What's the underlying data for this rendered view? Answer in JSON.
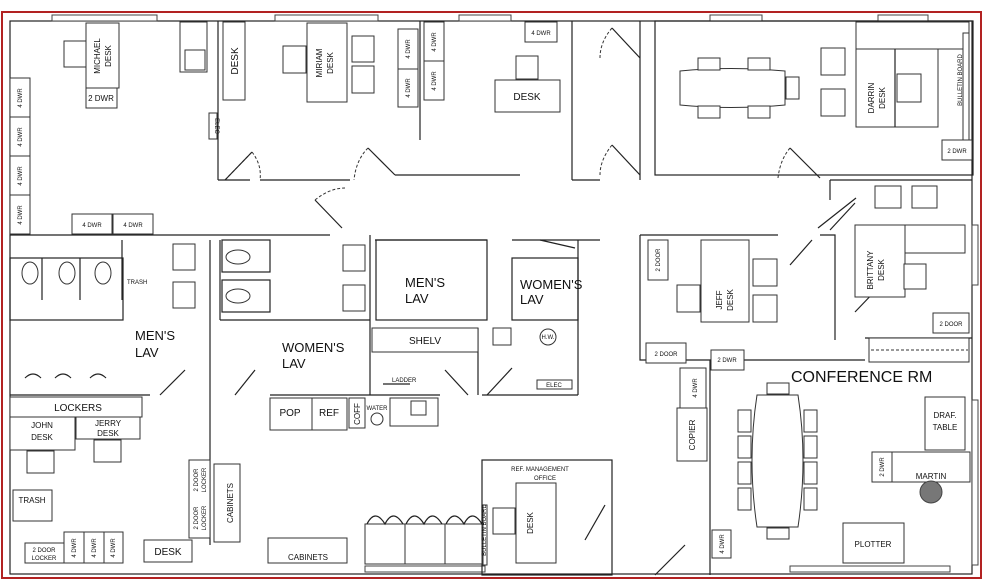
{
  "plan": {
    "accent_border_color": "#b22222",
    "wall_color": "#222222",
    "labels": {
      "michael_desk_1": "MICHAEL",
      "michael_desk_2": "DESK",
      "two_dwr": "2 DWR",
      "four_dwr": "4 DWR",
      "desk": "DESK",
      "miriam_desk_1": "MIRIAM",
      "miriam_desk_2": "DESK",
      "elec": "ELEC",
      "darrin_desk_1": "DARRIN",
      "darrin_desk_2": "DESK",
      "bulletin_board": "BULLETIN BOARD",
      "trash": "TRASH",
      "mens_lav_1": "MEN'S",
      "mens_lav_2": "LAV",
      "womens_lav_1": "WOMEN'S",
      "womens_lav_2": "LAV",
      "shelv": "SHELV",
      "ladder": "LADDER",
      "hw": "H.W.",
      "brittany_desk_1": "BRITTANY",
      "brittany_desk_2": "DESK",
      "two_door": "2 DOOR",
      "jeff_desk_1": "JEFF",
      "jeff_desk_2": "DESK",
      "conference_rm": "CONFERENCE RM",
      "copier": "COPIER",
      "draf_table_1": "DRAF.",
      "draf_table_2": "TABLE",
      "martin": "MARTIN",
      "plotter": "PLOTTER",
      "lockers": "LOCKERS",
      "john_desk_1": "JOHN",
      "john_desk_2": "DESK",
      "jerry_desk_1": "JERRY",
      "jerry_desk_2": "DESK",
      "pop": "POP",
      "ref": "REF",
      "coff": "COFF",
      "water": "WATER",
      "two_door_locker_1": "2 DOOR",
      "two_door_locker_2": "LOCKER",
      "cabinets": "CABINETS",
      "ref_mgmt_1": "REF. MANAGEMENT",
      "ref_mgmt_2": "OFFICE"
    }
  }
}
